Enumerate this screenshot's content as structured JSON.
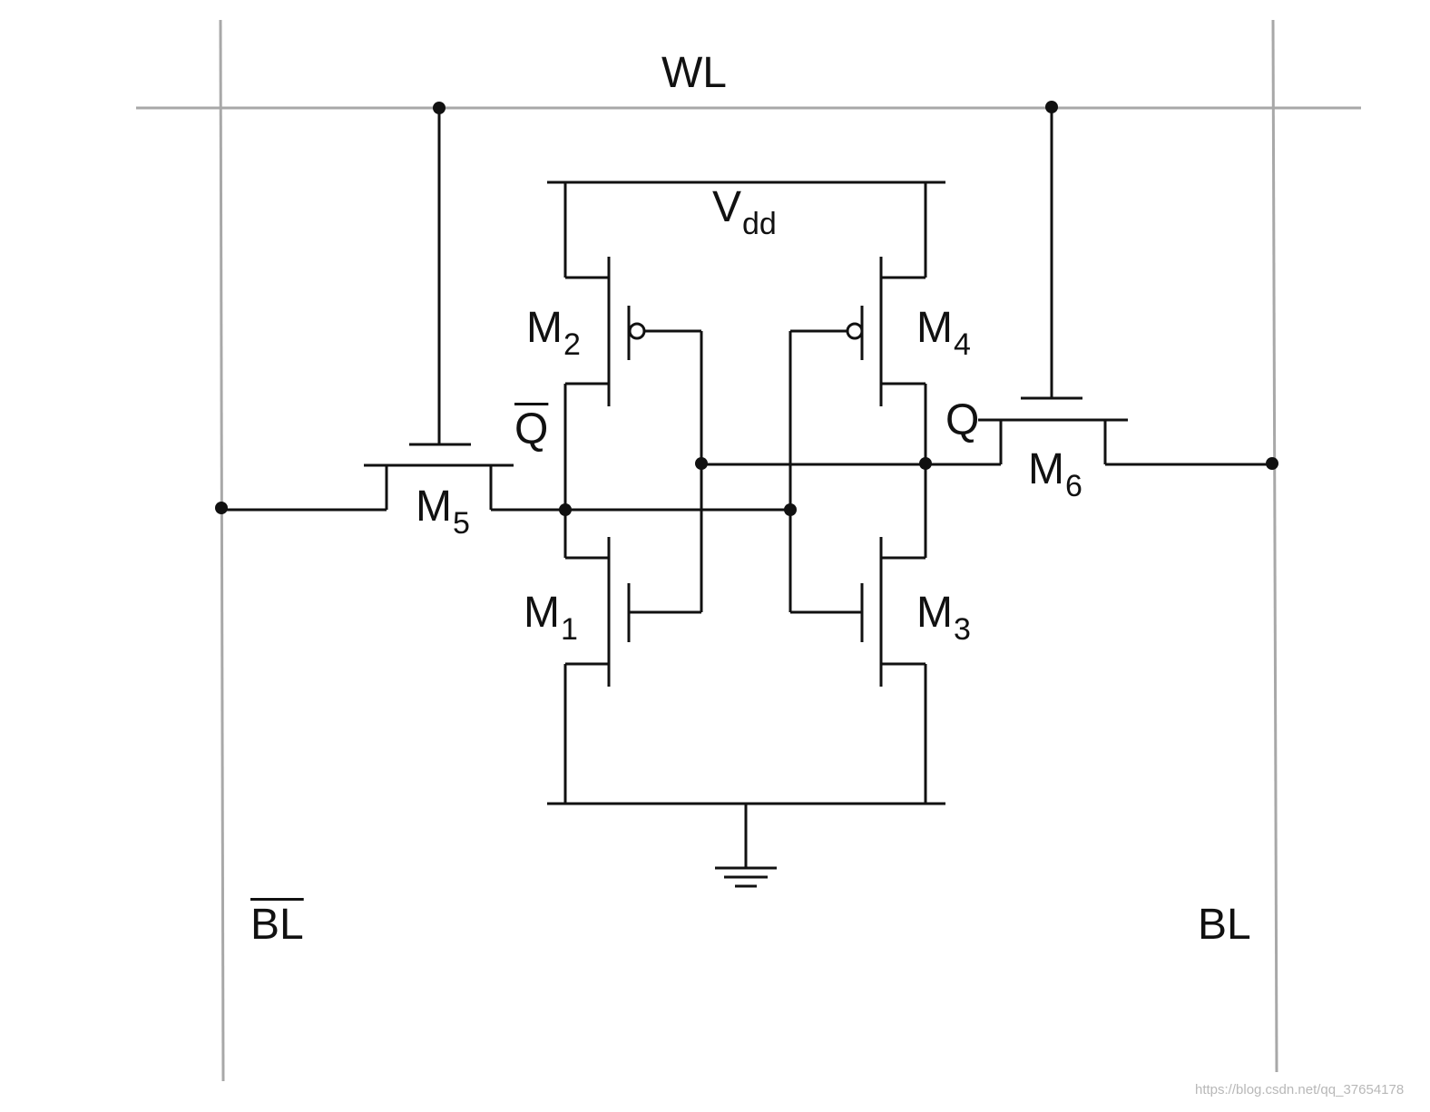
{
  "labels": {
    "wl": "WL",
    "vdd": {
      "base": "V",
      "sub": "dd"
    },
    "m1": {
      "base": "M",
      "sub": "1"
    },
    "m2": {
      "base": "M",
      "sub": "2"
    },
    "m3": {
      "base": "M",
      "sub": "3"
    },
    "m4": {
      "base": "M",
      "sub": "4"
    },
    "m5": {
      "base": "M",
      "sub": "5"
    },
    "m6": {
      "base": "M",
      "sub": "6"
    },
    "q": "Q",
    "q_bar": "Q",
    "bl": "BL",
    "bl_bar": "BL"
  },
  "watermark": "https://blog.csdn.net/qq_37654178",
  "colors": {
    "wire": "#111111",
    "bus_line": "#a8a8a8",
    "background": "#ffffff"
  }
}
